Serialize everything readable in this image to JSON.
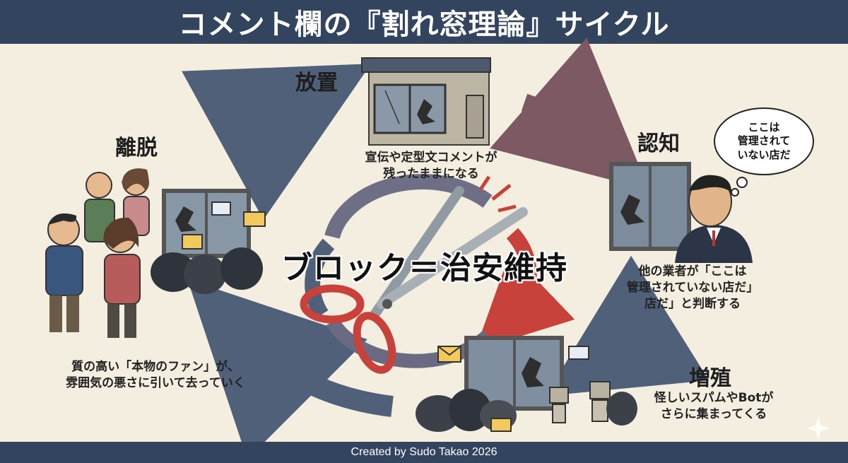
{
  "title": "コメント欄の『割れ窓理論』サイクル",
  "center": "ブロック＝治安維持",
  "stages": {
    "neglect": {
      "title": "放置",
      "caption": [
        "宣伝や定型文コメントが",
        "残ったままになる"
      ]
    },
    "recognition": {
      "title": "認知",
      "caption": [
        "他の業者が「ここは",
        "管理されていない店だ」",
        "店だ」と判断する"
      ],
      "thought": [
        "ここは",
        "管理されて",
        "いない店だ"
      ]
    },
    "proliferation": {
      "title": "増殖",
      "caption": [
        "怪しいスパムやBotが",
        "さらに集まってくる"
      ]
    },
    "departure": {
      "title": "離脱",
      "caption": [
        "質の高い「本物のファン」が、",
        "雰囲気の悪さに引いて去っていく"
      ]
    }
  },
  "footer": "Created by Sudo Takao 2026",
  "colors": {
    "bar": "#33445f",
    "background": "#f3eee0",
    "arrow_blue": "#4f6078",
    "arrow_mauve": "#7d5a63",
    "arrow_red": "#c8413a"
  },
  "icons": [
    "broken-building-icon",
    "broken-window-icon",
    "businessman-icon",
    "spam-pile-icon",
    "robot-icon",
    "people-leaving-icon",
    "scissors-icon"
  ]
}
